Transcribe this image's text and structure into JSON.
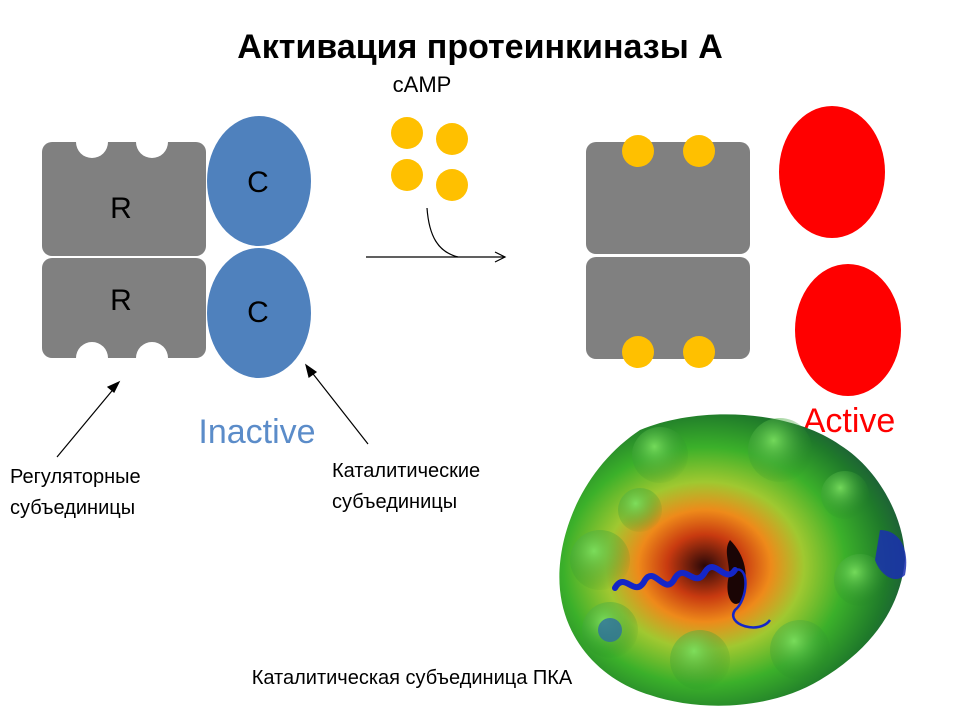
{
  "title": "Активация протеинкиназы А",
  "camp_label": "cAMP",
  "inactive": {
    "r_top": "R",
    "r_bottom": "R",
    "c_top": "C",
    "c_bottom": "C",
    "state_label": "Inactive"
  },
  "active": {
    "state_label": "Active"
  },
  "annotations": {
    "regulatory_line1": "Регуляторные",
    "regulatory_line2": "субъединицы",
    "catalytic_line1": "Каталитические",
    "catalytic_line2": "субъединицы",
    "protein_caption": "Каталитическая субъединица ПКА"
  },
  "colors": {
    "regulatory": "#808080",
    "catalytic_inactive": "#4f81bd",
    "catalytic_active": "#ff0000",
    "camp": "#ffc000"
  }
}
